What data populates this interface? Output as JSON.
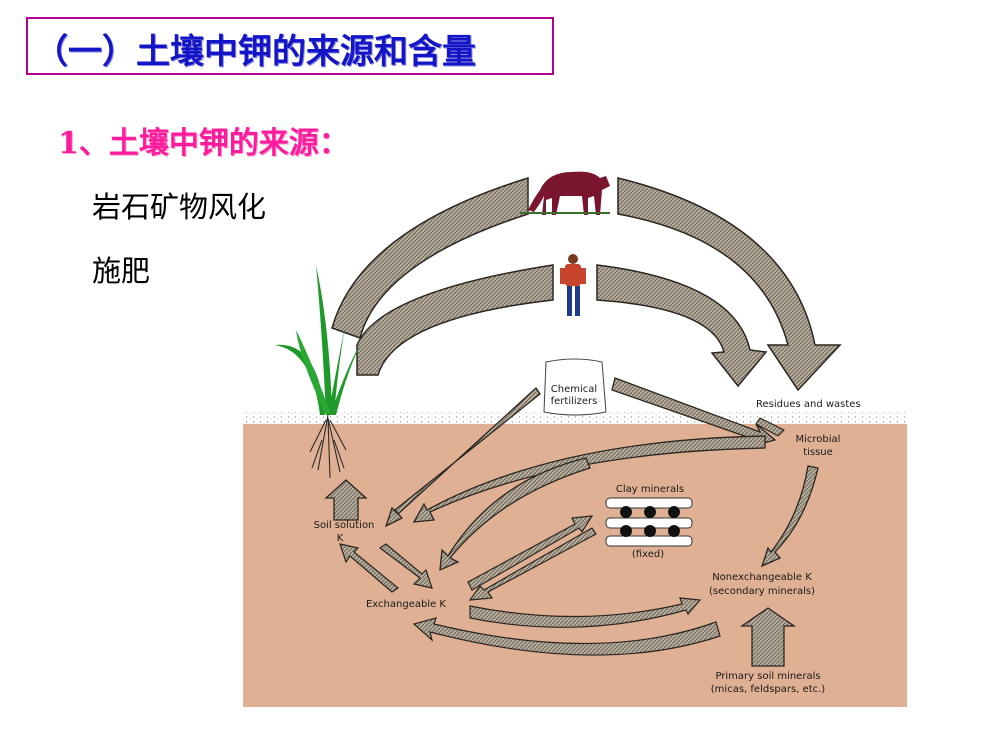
{
  "slide": {
    "title": "（一）土壤中钾的来源和含量",
    "subtitle": "1、土壤中钾的来源：",
    "sources": [
      "岩石矿物风化",
      "施肥"
    ]
  },
  "diagram": {
    "labels": {
      "chemical_fertilizers": [
        "Chemical",
        "fertilizers"
      ],
      "residues_wastes": "Residues and wastes",
      "microbial_tissue": [
        "Microbial",
        "tissue"
      ],
      "clay_minerals": "Clay minerals",
      "fixed": "(fixed)",
      "soil_solution": [
        "Soil solution",
        "K"
      ],
      "exchangeable": "Exchangeable K",
      "nonexchangeable": [
        "Nonexchangeable K",
        "(secondary minerals)"
      ],
      "primary_minerals": [
        "Primary soil minerals",
        "(micas, feldspars, etc.)"
      ]
    },
    "colors": {
      "soil": "#dfb093",
      "arrow_fill": "#a39b8c",
      "arrow_stroke": "#2c2620",
      "plant": "#1f9a2a",
      "horse": "#7a1530"
    }
  }
}
